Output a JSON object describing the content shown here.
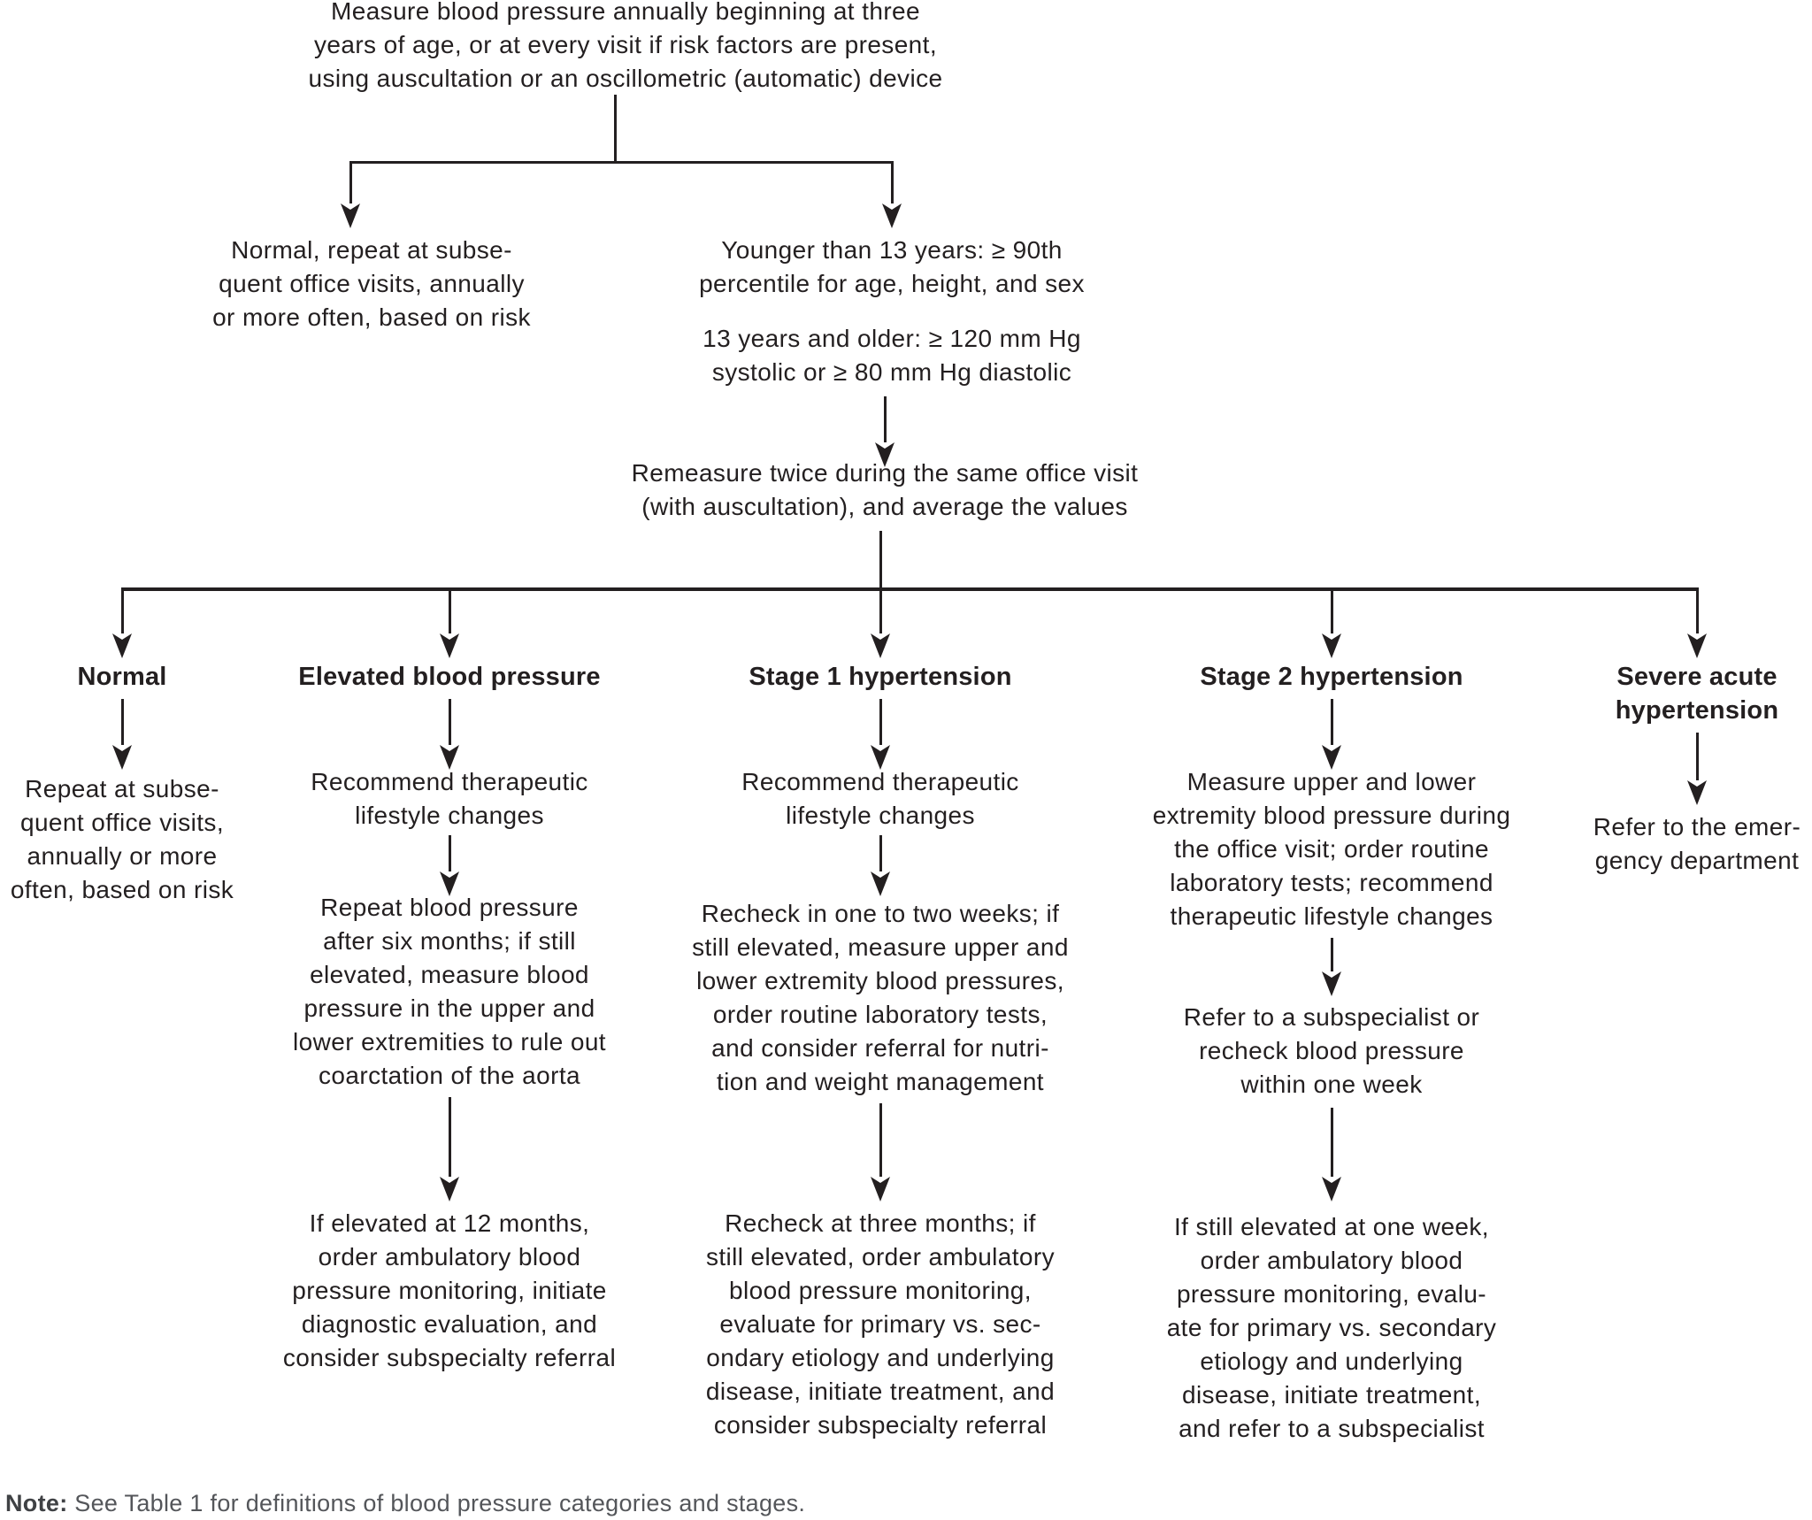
{
  "colors": {
    "background": "#ffffff",
    "text": "#231f20",
    "line": "#231f20",
    "note_text": "#54565a"
  },
  "flowchart": {
    "start": "Measure blood pressure annually beginning at three\nyears of age, or at every visit if risk factors are present,\nusing auscultation or an oscillometric (automatic) device",
    "branch_normal": "Normal, repeat at subse-\nquent office visits, annually\nor more often, based on risk",
    "branch_threshold_young": "Younger than 13 years: ≥ 90th\npercentile for age, height, and sex",
    "branch_threshold_older": "13 years and older: ≥ 120 mm Hg\nsystolic or ≥ 80 mm Hg diastolic",
    "remeasure": "Remeasure twice during the same office visit\n(with auscultation), and average the values",
    "categories": [
      {
        "header": "Normal",
        "steps": [
          "Repeat at subse-\nquent office visits,\nannually or more\noften, based on risk"
        ]
      },
      {
        "header": "Elevated blood pressure",
        "steps": [
          "Recommend therapeutic\nlifestyle changes",
          "Repeat blood pressure\nafter six months; if still\nelevated, measure blood\npressure in the upper and\nlower extremities to rule out\ncoarctation of the aorta",
          "If elevated at 12 months,\norder ambulatory blood\npressure monitoring, initiate\ndiagnostic evaluation, and\nconsider subspecialty referral"
        ]
      },
      {
        "header": "Stage 1 hypertension",
        "steps": [
          "Recommend therapeutic\nlifestyle changes",
          "Recheck in one to two weeks; if\nstill elevated, measure upper and\nlower extremity blood pressures,\norder routine laboratory tests,\nand consider referral for nutri-\ntion and weight management",
          "Recheck at three months; if\nstill elevated, order ambulatory\nblood pressure monitoring,\nevaluate for primary vs. sec-\nondary etiology and underlying\ndisease, initiate treatment, and\nconsider subspecialty referral"
        ]
      },
      {
        "header": "Stage 2 hypertension",
        "steps": [
          "Measure upper and lower\nextremity blood pressure during\nthe office visit; order routine\nlaboratory tests; recommend\ntherapeutic lifestyle changes",
          "Refer to a subspecialist or\nrecheck blood pressure\nwithin one week",
          "If still elevated at one week,\norder ambulatory blood\npressure monitoring, evalu-\nate for primary vs. secondary\netiology and underlying\ndisease, initiate treatment,\nand refer to a subspecialist"
        ]
      },
      {
        "header": "Severe acute\nhypertension",
        "steps": [
          "Refer to the emer-\ngency department"
        ]
      }
    ],
    "note_label": "Note:",
    "note_text": " See Table 1 for definitions of blood pressure categories and stages."
  }
}
